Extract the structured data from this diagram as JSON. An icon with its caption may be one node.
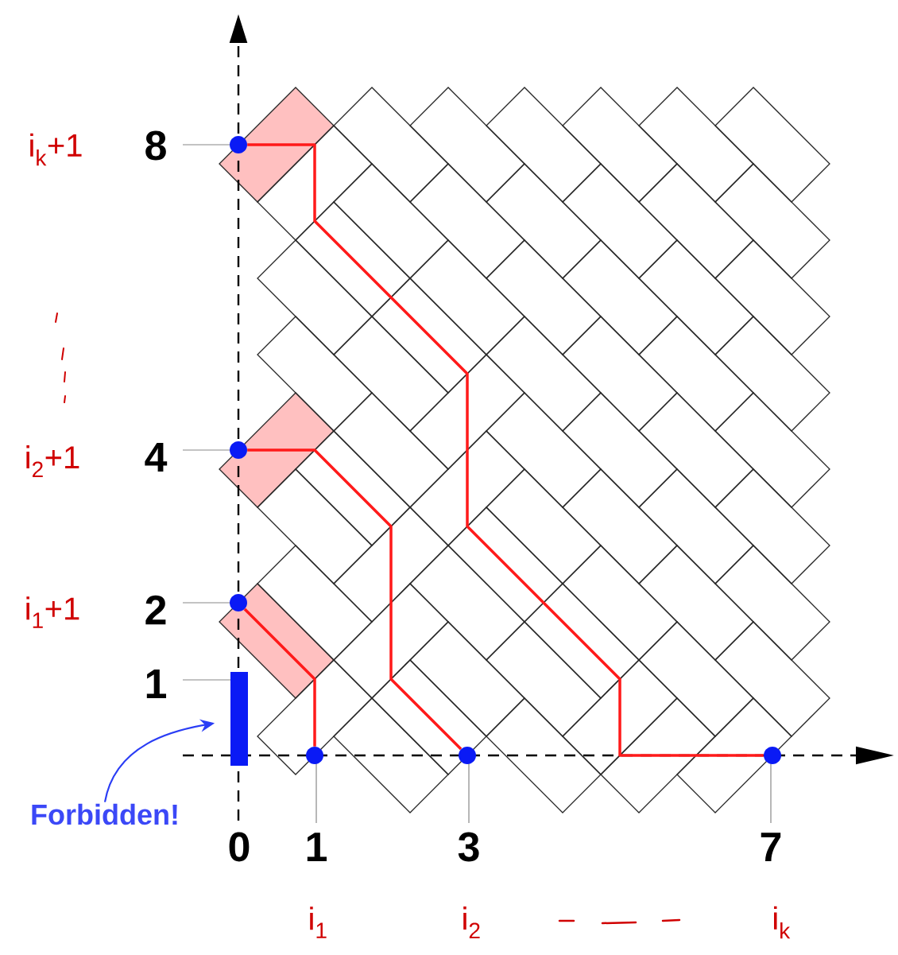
{
  "diagram": {
    "nodes": [
      {
        "text": [],
        "shape": "circle",
        "beside": [
          "8"
        ]
      },
      {
        "text": [],
        "shape": "circle",
        "beside": [
          "4"
        ]
      },
      {
        "text": [],
        "shape": "circle",
        "beside": [
          "2"
        ]
      },
      {
        "text": [],
        "shape": "bar",
        "beside": [
          "1"
        ]
      },
      {
        "text": [],
        "shape": "circle",
        "beside": [
          "1"
        ]
      },
      {
        "text": [],
        "shape": "circle",
        "beside": [
          "3"
        ]
      },
      {
        "text": [],
        "shape": "circle",
        "beside": [
          "7"
        ]
      },
      {
        "text": [
          "Forbidden!"
        ]
      }
    ],
    "edges": [
      {
        "from": 7,
        "to": 3,
        "arrow": "to",
        "color": "#2a3df5"
      },
      {
        "from": 0,
        "to": 6,
        "arrow": "none",
        "color": "#ff1a1a"
      },
      {
        "from": 1,
        "to": 5,
        "arrow": "none",
        "color": "#ff1a1a"
      },
      {
        "from": 2,
        "to": 4,
        "arrow": "none",
        "color": "#ff1a1a"
      }
    ],
    "labels": [
      "i$_{k}$+1",
      "i$_{2}$+1",
      "i$_{1}$+1",
      "0",
      "i$_{1}$",
      "i$_{2}$",
      "i$_{k}$"
    ]
  }
}
